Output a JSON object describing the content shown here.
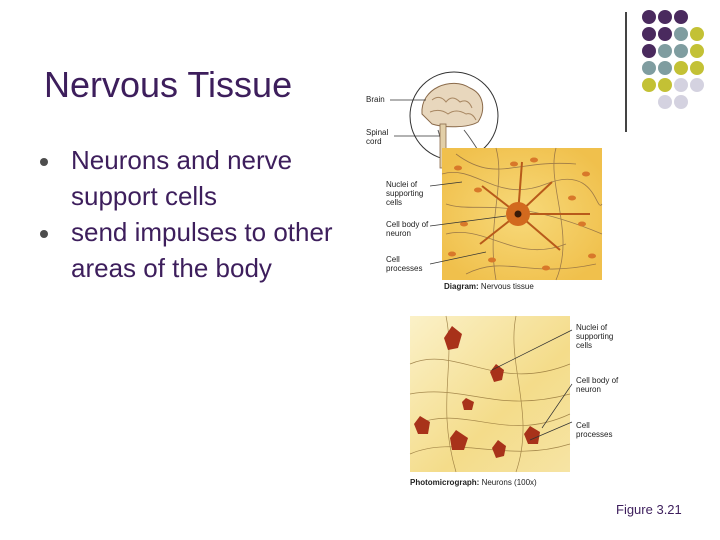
{
  "slide": {
    "title": "Nervous Tissue",
    "bullets": [
      "Neurons and nerve support cells",
      "send impulses to other areas of the body"
    ],
    "figure_ref": "Figure 3.21"
  },
  "diagram": {
    "labels": {
      "brain": "Brain",
      "spinal_cord": "Spinal cord",
      "nuclei": "Nuclei of supporting cells",
      "cell_body": "Cell body of neuron",
      "processes": "Cell processes"
    },
    "caption_bold": "Diagram:",
    "caption_text": "Nervous tissue"
  },
  "photo": {
    "labels": {
      "nuclei": "Nuclei of supporting cells",
      "cell_body": "Cell body of neuron",
      "processes": "Cell processes"
    },
    "caption_bold": "Photomicrograph:",
    "caption_text": "Neurons (100x)"
  },
  "theme": {
    "title_color": "#3d1e5c",
    "dot_colors": [
      "#4a2a5e",
      "#7f9da0",
      "#c3c135",
      "#d4d2e0"
    ]
  }
}
